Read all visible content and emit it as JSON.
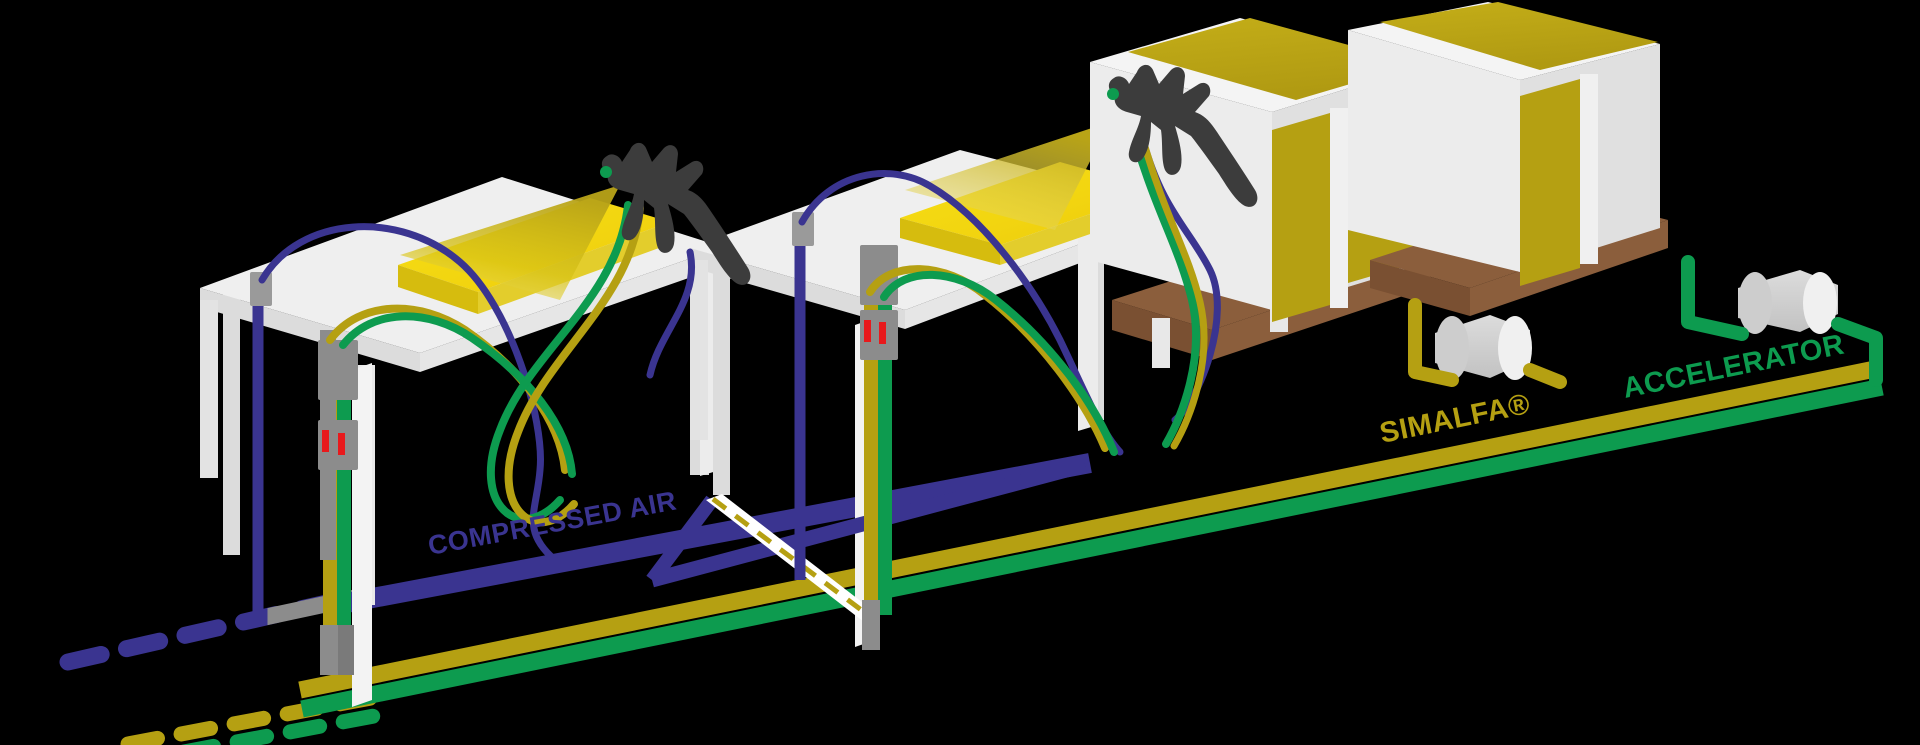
{
  "diagram": {
    "title": "SIMALFA adhesive spray system isometric flow diagram",
    "background_color": "#000000",
    "labels": {
      "compressed_air": "COMPRESSED AIR",
      "simalfa": "SIMALFA®",
      "accelerator": "ACCELERATOR"
    },
    "colors": {
      "compressed_air_line": "#3a3490",
      "simalfa_line": "#b5a012",
      "accelerator_line": "#0d9b4f",
      "foam_panel": "#f2d510",
      "foam_panel_edge": "#e0c732",
      "table_top": "#efefef",
      "table_side": "#d8d8d8",
      "table_leg": "#e2e2e2",
      "tote_body": "#f0f0f0",
      "tote_panel": "#b5a012",
      "pallet": "#8b5e3c",
      "spray_gun": "#3c3c3c",
      "control_box": "#8c8c8c",
      "control_box_dark": "#6e6e6e",
      "led": "#e8191c",
      "pump_body": "#cfcfcf"
    },
    "components": {
      "station_1": {
        "name": "Spray table 1",
        "foam_panel": "yellow foam slab",
        "spray_gun": "handheld spray gun with fan spray",
        "control_column": "wall-mounted control column with 2 red LED indicators"
      },
      "station_2": {
        "name": "Spray table 2",
        "foam_panel": "yellow foam slab",
        "spray_gun": "handheld spray gun with fan spray",
        "control_column": "wall-mounted control column with 2 red LED indicators"
      },
      "conveyor": "white transfer ramp with dashed gold centerline",
      "tote_1": {
        "name": "SIMALFA adhesive IBC tote",
        "pump": "drum pump"
      },
      "tote_2": {
        "name": "Accelerator IBC tote",
        "pump": "drum pump"
      }
    },
    "lines": [
      {
        "id": "compressed-air",
        "label": "COMPRESSED AIR",
        "color": "#3a3490"
      },
      {
        "id": "simalfa",
        "label": "SIMALFA®",
        "color": "#b5a012"
      },
      {
        "id": "accelerator",
        "label": "ACCELERATOR",
        "color": "#0d9b4f"
      }
    ]
  }
}
